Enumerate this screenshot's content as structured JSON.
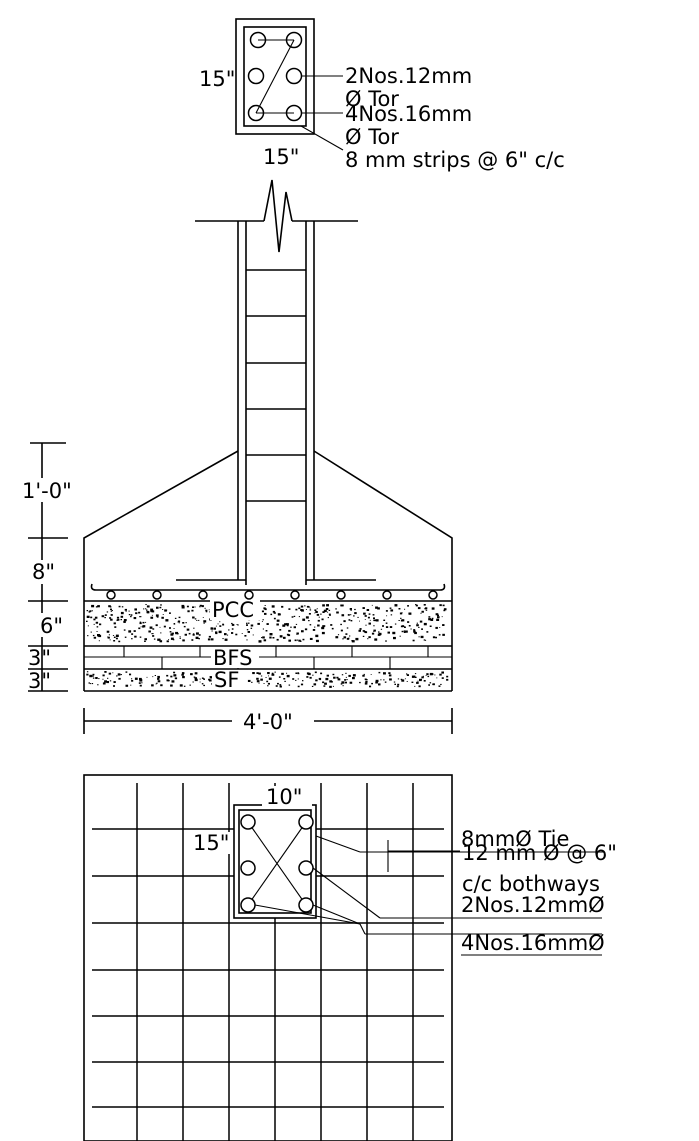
{
  "top_section": {
    "width_label": "15\"",
    "depth_label": "15\"",
    "bar_label_1_line1": "2Nos.12mm",
    "bar_label_1_line2": "Ø Tor",
    "bar_label_2_line1": "4Nos.16mm",
    "bar_label_2_line2": "Ø Tor",
    "stirrup_label": "8 mm strips @ 6\" c/c"
  },
  "elevation": {
    "dim_footing": "1'-0\"",
    "dim_base": "8\"",
    "dim_pcc": "6\"",
    "dim_bfs": "3\"",
    "dim_sf": "3\"",
    "layer_pcc": "PCC",
    "layer_bfs": "BFS",
    "layer_sf": "SF",
    "width": "4'-0\""
  },
  "plan": {
    "mesh_label_line1": "12 mm Ø @ 6\"",
    "mesh_label_line2": "c/c bothways",
    "col_width": "10\"",
    "col_depth": "15\"",
    "tie_label": "8mmØ Tie",
    "bar_label_1": "2Nos.12mmØ",
    "bar_label_2": "4Nos.16mmØ"
  }
}
